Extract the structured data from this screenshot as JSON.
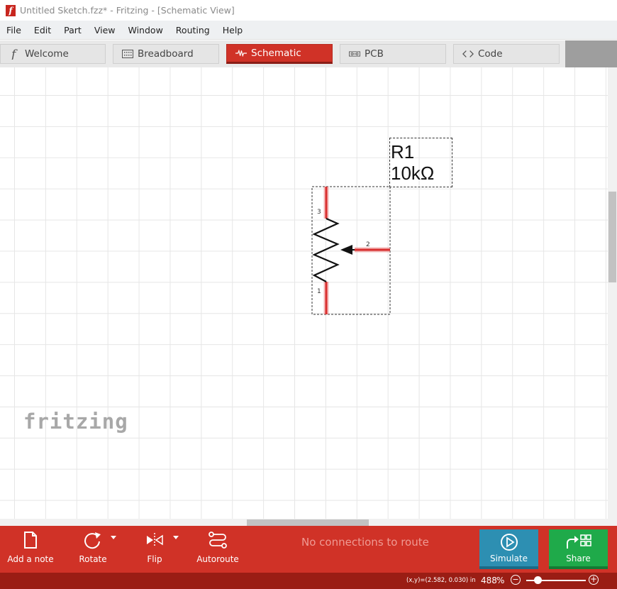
{
  "window": {
    "title": "Untitled Sketch.fzz* - Fritzing - [Schematic View]",
    "app_icon_glyph": "f"
  },
  "menu": [
    "File",
    "Edit",
    "Part",
    "View",
    "Window",
    "Routing",
    "Help"
  ],
  "tabs": [
    {
      "label": "Welcome",
      "icon": "fritzing-f-icon",
      "active": false
    },
    {
      "label": "Breadboard",
      "icon": "breadboard-icon",
      "active": false
    },
    {
      "label": "Schematic",
      "icon": "schematic-resistor-icon",
      "active": true
    },
    {
      "label": "PCB",
      "icon": "pcb-icon",
      "active": false
    },
    {
      "label": "Code",
      "icon": "code-brackets-icon",
      "active": false
    }
  ],
  "part": {
    "name": "R1",
    "value": "10kΩ",
    "pins": [
      "3",
      "2",
      "1"
    ]
  },
  "watermark": "fritzing",
  "toolbar": {
    "add_note": "Add a note",
    "rotate": "Rotate",
    "flip": "Flip",
    "autoroute": "Autoroute",
    "route_status": "No connections to route",
    "simulate": "Simulate",
    "share": "Share"
  },
  "status": {
    "coords": "(x,y)=(2.582, 0.030) in",
    "zoom": "488",
    "zoom_unit": "%"
  },
  "colors": {
    "accent": "#d03227",
    "status_bar": "#9a1d14",
    "simulate": "#2d8fb2",
    "share": "#1faa4a",
    "pin_highlight": "#d94040"
  }
}
